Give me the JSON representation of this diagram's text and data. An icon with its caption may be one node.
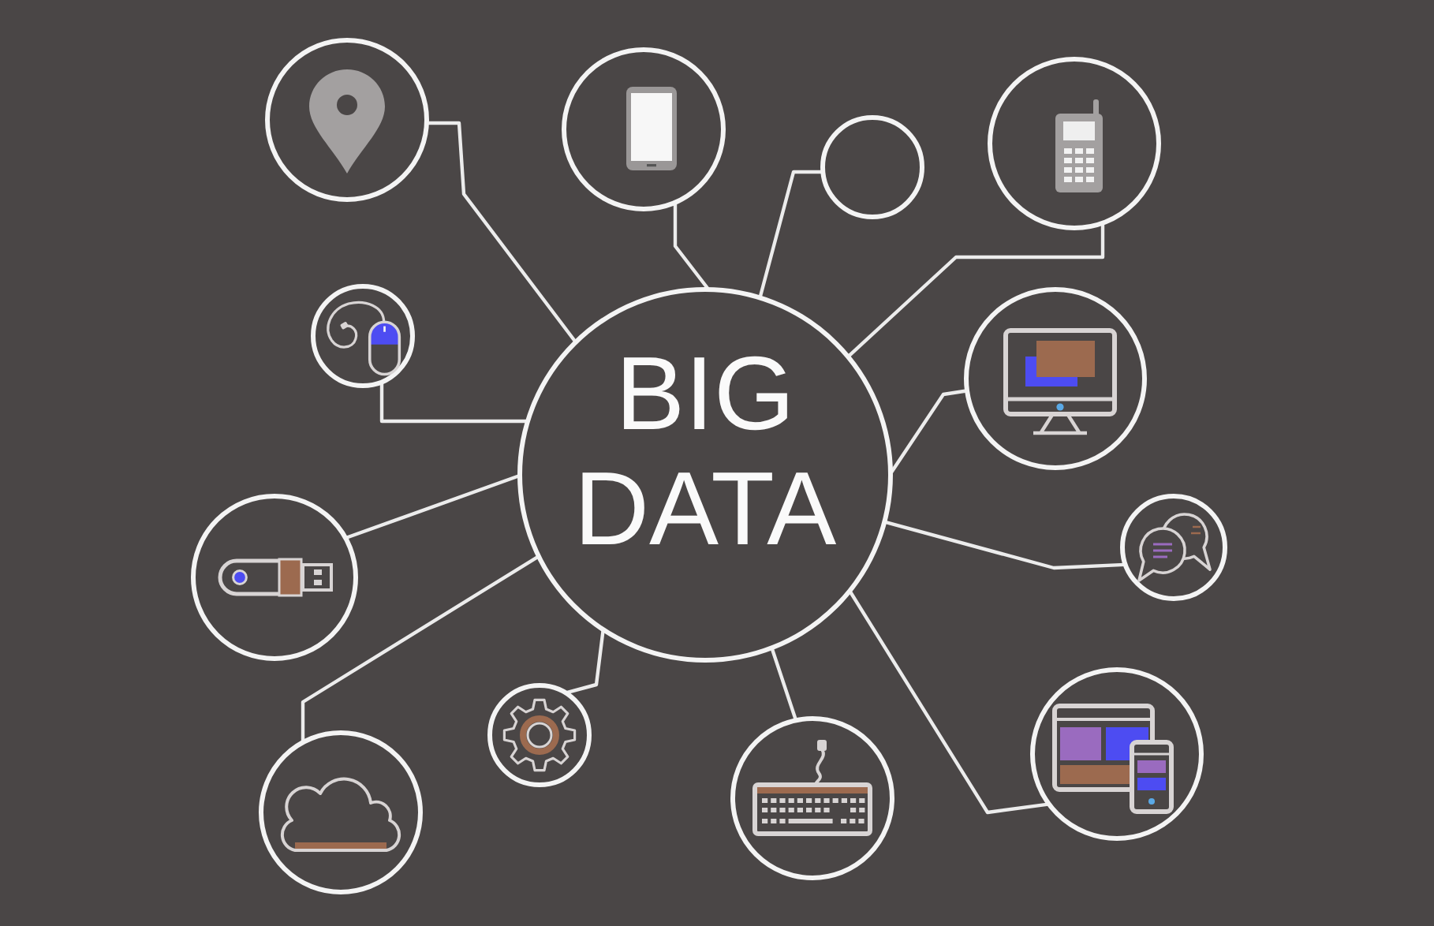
{
  "diagram": {
    "nodes": [
      {
        "text": [
          "BIG DATA"
        ]
      },
      {
        "text": [],
        "shape": "circle"
      },
      {
        "text": [],
        "shape": "circle"
      },
      {
        "text": [],
        "shape": "circle"
      },
      {
        "text": [],
        "shape": "circle"
      },
      {
        "text": [],
        "shape": "circle"
      },
      {
        "text": [],
        "shape": "circle"
      },
      {
        "text": [],
        "shape": "circle"
      },
      {
        "text": [],
        "shape": "circle"
      },
      {
        "text": [],
        "shape": "circle"
      },
      {
        "text": [],
        "shape": "circle"
      },
      {
        "text": [],
        "shape": "circle"
      },
      {
        "text": [],
        "shape": "circle"
      }
    ],
    "edges": [
      {
        "from": 0,
        "to": 1,
        "arrow": "none"
      },
      {
        "from": 0,
        "to": 2,
        "arrow": "none"
      },
      {
        "from": 0,
        "to": 3,
        "arrow": "none"
      },
      {
        "from": 0,
        "to": 4,
        "arrow": "none"
      },
      {
        "from": 0,
        "to": 5,
        "arrow": "none"
      },
      {
        "from": 0,
        "to": 6,
        "arrow": "none"
      },
      {
        "from": 0,
        "to": 7,
        "arrow": "none"
      },
      {
        "from": 0,
        "to": 8,
        "arrow": "none"
      },
      {
        "from": 0,
        "to": 9,
        "arrow": "none"
      },
      {
        "from": 0,
        "to": 10,
        "arrow": "none"
      },
      {
        "from": 0,
        "to": 11,
        "arrow": "none"
      },
      {
        "from": 0,
        "to": 12,
        "arrow": "none"
      }
    ]
  }
}
